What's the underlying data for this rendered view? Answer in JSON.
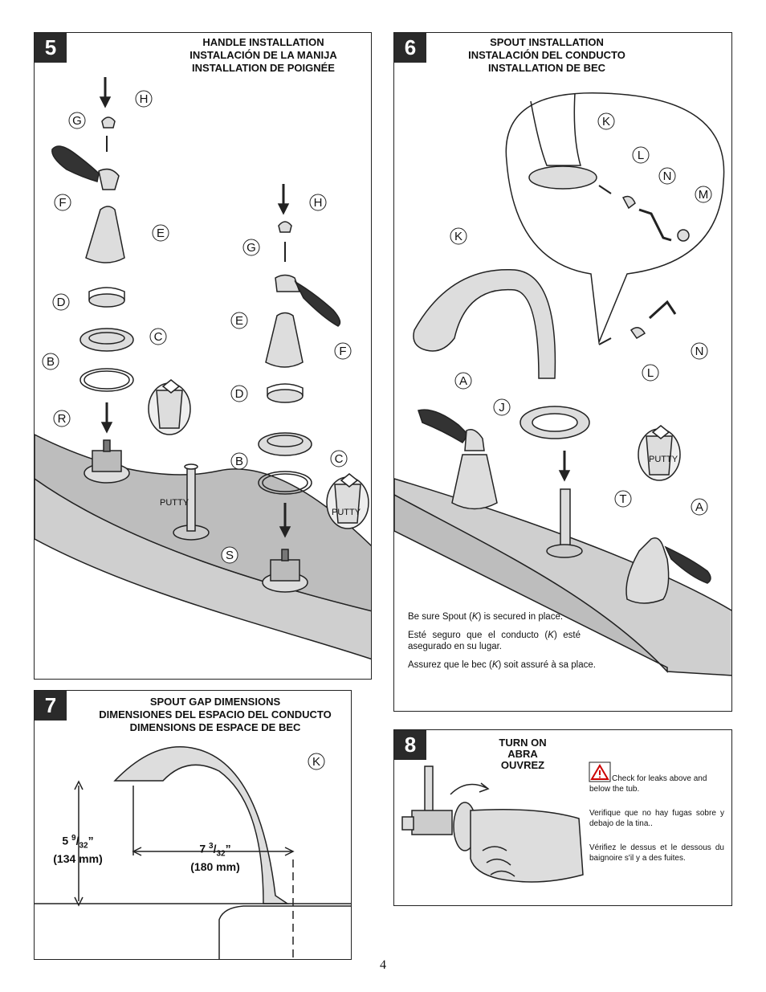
{
  "step5": {
    "number": "5",
    "title": [
      "HANDLE INSTALLATION",
      "INSTALACIÓN DE LA MANIJA",
      "INSTALLATION DE POIGNÉE"
    ],
    "putty": "PUTTY",
    "labels_left": [
      "H",
      "G",
      "F",
      "E",
      "D",
      "C",
      "B",
      "R"
    ],
    "labels_right": [
      "H",
      "G",
      "E",
      "F",
      "D",
      "C",
      "B",
      "S"
    ]
  },
  "step6": {
    "number": "6",
    "title": [
      "SPOUT INSTALLATION",
      "INSTALACIÓN DEL CONDUCTO",
      "INSTALLATION DE BEC"
    ],
    "putty": "PUTTY",
    "labels_bubble": [
      "K",
      "L",
      "N",
      "M"
    ],
    "labels_main": [
      "K",
      "N",
      "L",
      "A",
      "J",
      "T",
      "A"
    ],
    "notes": [
      {
        "pre": "Be sure Spout (",
        "ref": "K",
        "post": ") is secured in place."
      },
      {
        "pre": "Esté seguro que el conducto (",
        "ref": "K",
        "post": ") esté asegurado en su lugar."
      },
      {
        "pre": "Assurez que le bec (",
        "ref": "K",
        "post": ") soit assuré à sa place."
      }
    ]
  },
  "step7": {
    "number": "7",
    "title": [
      "SPOUT GAP DIMENSIONS",
      "DIMENSIONES DEL ESPACIO DEL CONDUCTO",
      "DIMENSIONS DE ESPACE DE BEC"
    ],
    "label": "K",
    "height_whole": "5 ",
    "height_num": "9",
    "height_den": "32",
    "height_mm": "(134 mm)",
    "reach_whole": "7 ",
    "reach_num": "3",
    "reach_den": "32",
    "reach_mm": "(180 mm)"
  },
  "step8": {
    "number": "8",
    "title": [
      "TURN ON",
      "ABRA",
      "OUVREZ"
    ],
    "warnings": [
      "Check for leaks above and below the tub.",
      "Verifique que no hay fugas sobre y debajo de la tina..",
      "Vérifiez le dessus et le dessous du baignoire s'il y a des fuites."
    ]
  },
  "page_number": "4"
}
